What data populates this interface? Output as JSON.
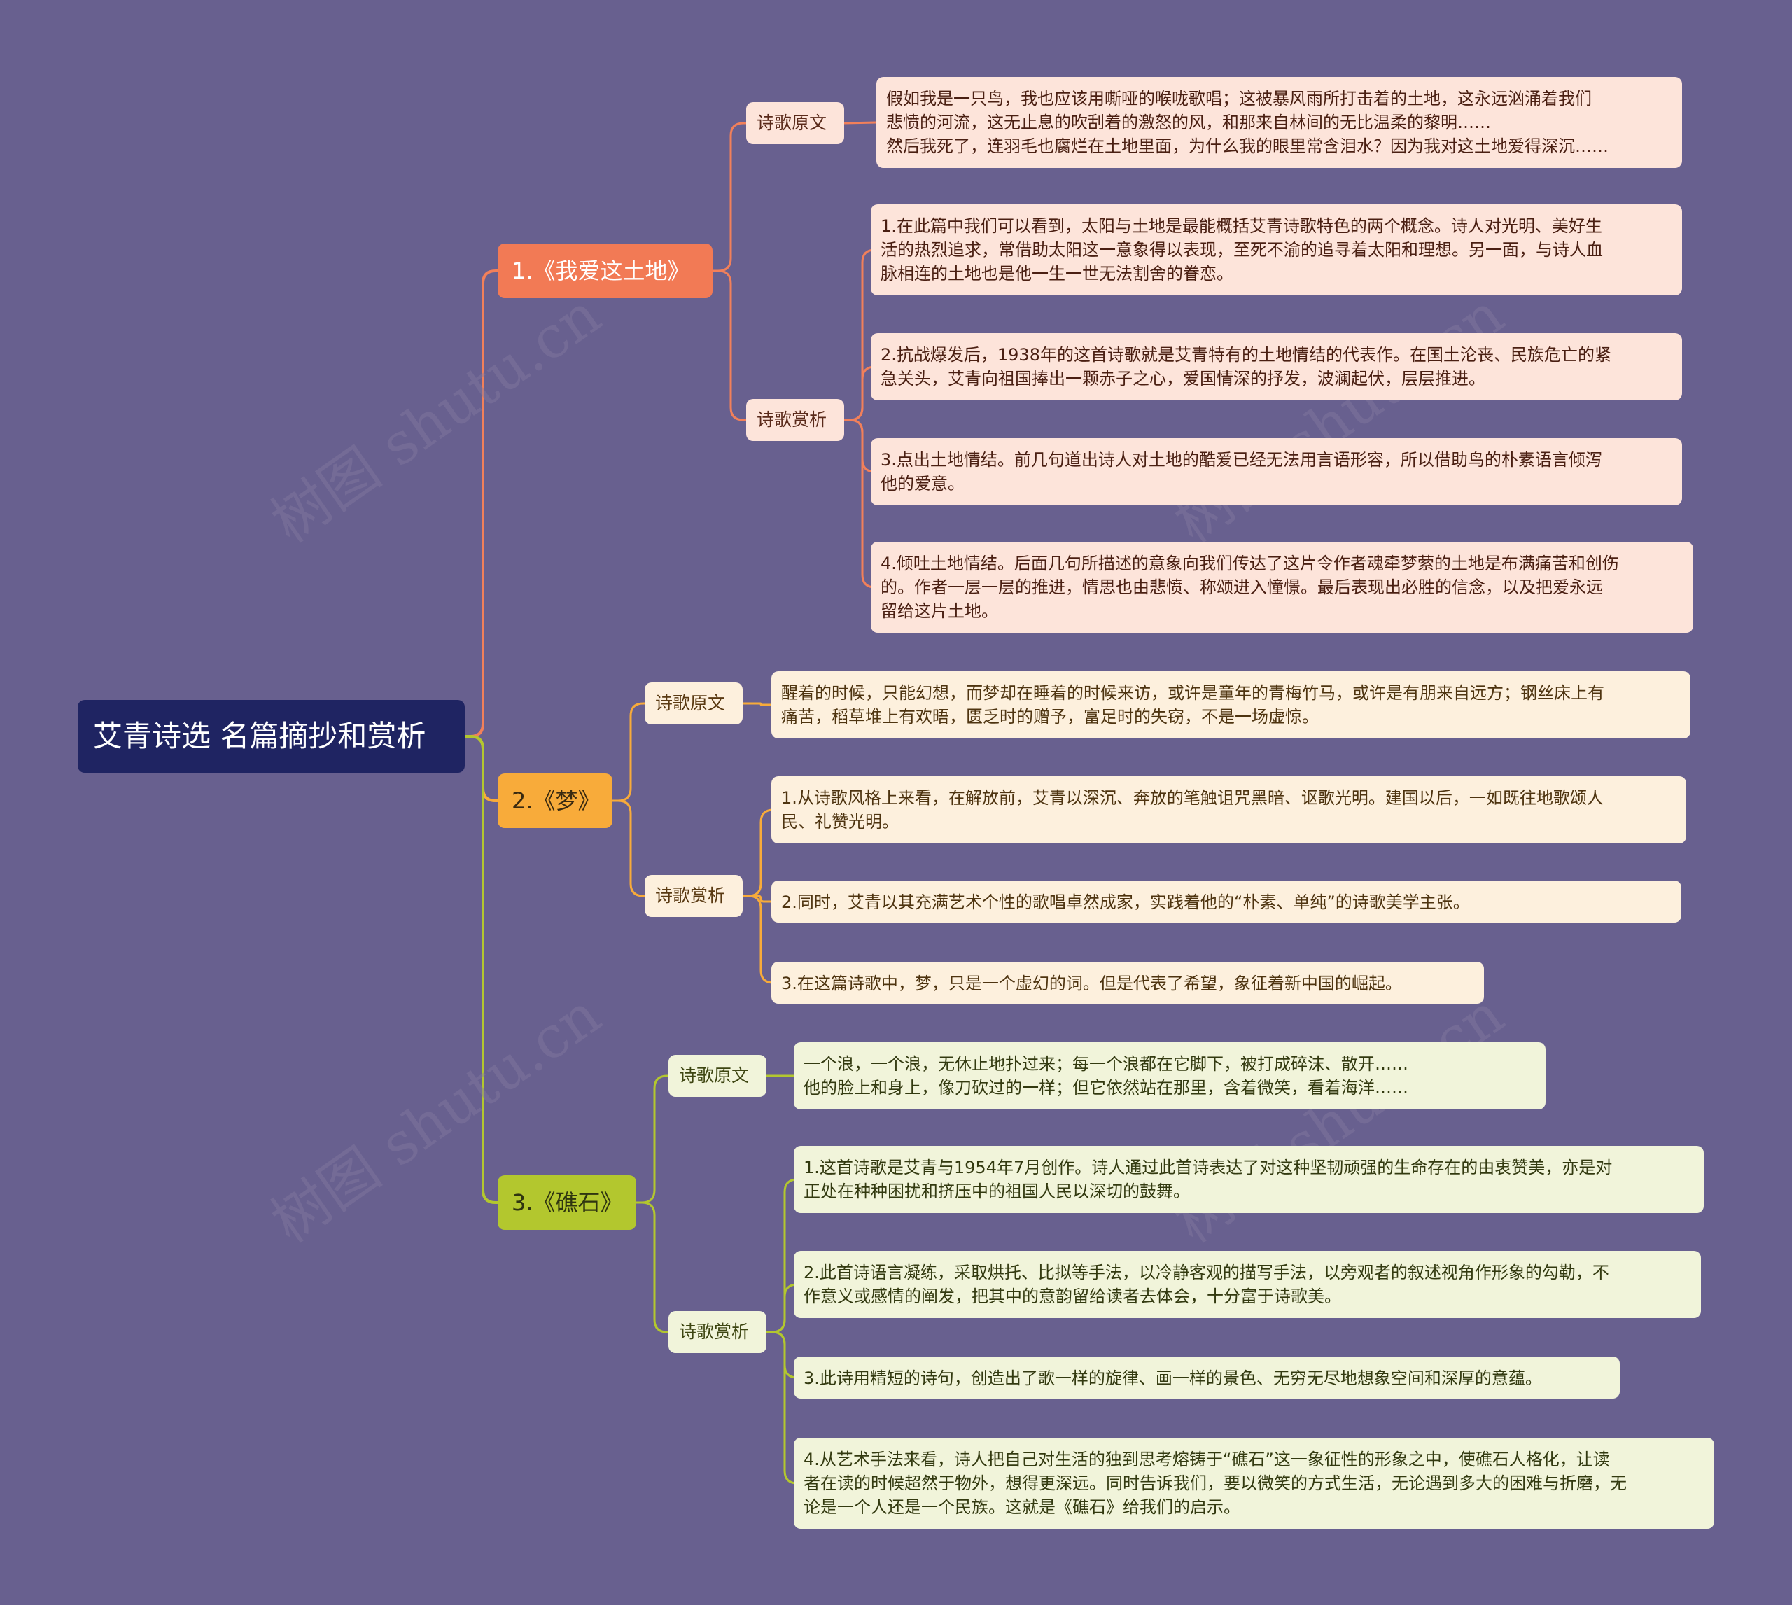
{
  "watermark": "树图 shutu.cn",
  "colors": {
    "background": "#68608f",
    "root": "#1f2462",
    "branch1": "#f27a55",
    "branch2": "#f8ab3a",
    "branch3": "#b3c72e",
    "line1": "#f2805a",
    "line2": "#f8ab3a",
    "line3": "#b3c72e"
  },
  "root": {
    "title": "艾青诗选 名篇摘抄和赏析"
  },
  "branches": [
    {
      "label": "1.《我爱这土地》",
      "original": {
        "label": "诗歌原文",
        "text": "假如我是一只鸟，我也应该用嘶哑的喉咙歌唱；这被暴风雨所打击着的土地，这永远汹涌着我们\n悲愤的河流，这无止息的吹刮着的激怒的风，和那来自林间的无比温柔的黎明……\n然后我死了，连羽毛也腐烂在土地里面，为什么我的眼里常含泪水？因为我对这土地爱得深沉……"
      },
      "analysis": {
        "label": "诗歌赏析",
        "items": [
          "1.在此篇中我们可以看到，太阳与土地是最能概括艾青诗歌特色的两个概念。诗人对光明、美好生\n活的热烈追求，常借助太阳这一意象得以表现，至死不渝的追寻着太阳和理想。另一面，与诗人血\n脉相连的土地也是他一生一世无法割舍的眷恋。",
          "2.抗战爆发后，1938年的这首诗歌就是艾青特有的土地情结的代表作。在国土沦丧、民族危亡的紧\n急关头，艾青向祖国捧出一颗赤子之心，爱国情深的抒发，波澜起伏，层层推进。",
          "3.点出土地情结。前几句道出诗人对土地的酷爱已经无法用言语形容，所以借助鸟的朴素语言倾泻\n他的爱意。",
          "4.倾吐土地情结。后面几句所描述的意象向我们传达了这片令作者魂牵梦萦的土地是布满痛苦和创伤\n的。作者一层一层的推进，情思也由悲愤、称颂进入憧憬。最后表现出必胜的信念，以及把爱永远\n留给这片土地。"
        ]
      }
    },
    {
      "label": "2.《梦》",
      "original": {
        "label": "诗歌原文",
        "text": "醒着的时候，只能幻想，而梦却在睡着的时候来访，或许是童年的青梅竹马，或许是有朋来自远方；钢丝床上有\n痛苦，稻草堆上有欢晤，匮乏时的赠予，富足时的失窃，不是一场虚惊。"
      },
      "analysis": {
        "label": "诗歌赏析",
        "items": [
          "1.从诗歌风格上来看，在解放前，艾青以深沉、奔放的笔触诅咒黑暗、讴歌光明。建国以后，一如既往地歌颂人\n民、礼赞光明。",
          "2.同时，艾青以其充满艺术个性的歌唱卓然成家，实践着他的“朴素、单纯”的诗歌美学主张。",
          "3.在这篇诗歌中，梦，只是一个虚幻的词。但是代表了希望，象征着新中国的崛起。"
        ]
      }
    },
    {
      "label": "3.《礁石》",
      "original": {
        "label": "诗歌原文",
        "text": "一个浪，一个浪，无休止地扑过来；每一个浪都在它脚下，被打成碎沫、散开……\n他的脸上和身上，像刀砍过的一样；但它依然站在那里，含着微笑，看着海洋……"
      },
      "analysis": {
        "label": "诗歌赏析",
        "items": [
          "1.这首诗歌是艾青与1954年7月创作。诗人通过此首诗表达了对这种坚韧顽强的生命存在的由衷赞美，亦是对\n正处在种种困扰和挤压中的祖国人民以深切的鼓舞。",
          "2.此首诗语言凝练，采取烘托、比拟等手法，以冷静客观的描写手法，以旁观者的叙述视角作形象的勾勒，不\n作意义或感情的阐发，把其中的意韵留给读者去体会，十分富于诗歌美。",
          "3.此诗用精短的诗句，创造出了歌一样的旋律、画一样的景色、无穷无尽地想象空间和深厚的意蕴。",
          "4.从艺术手法来看，诗人把自己对生活的独到思考熔铸于“礁石”这一象征性的形象之中，使礁石人格化，让读\n者在读的时候超然于物外，想得更深远。同时告诉我们，要以微笑的方式生活，无论遇到多大的困难与折磨，无\n论是一个人还是一个民族。这就是《礁石》给我们的启示。"
        ]
      }
    }
  ]
}
